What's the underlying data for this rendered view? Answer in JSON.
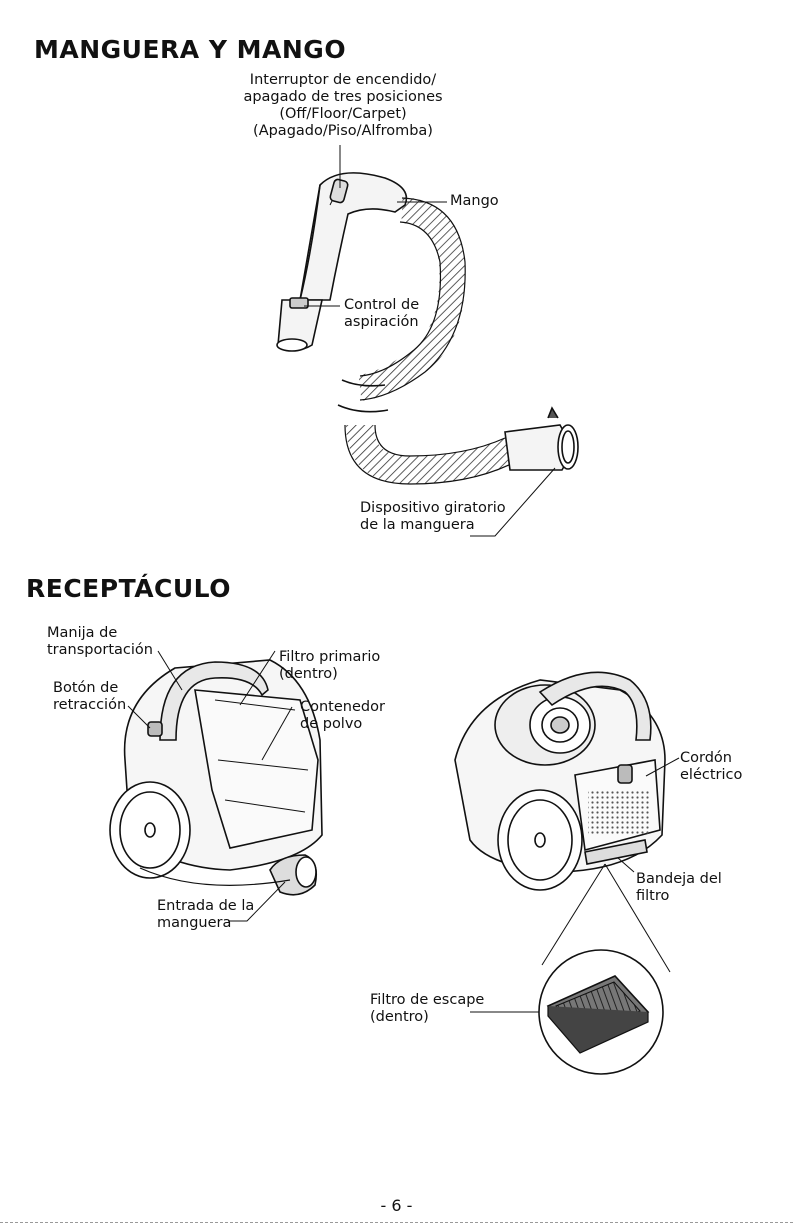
{
  "hose_section": {
    "title": "MANGUERA Y MANGO",
    "switch_label": "Interruptor de encendido/\napagado de tres posiciones\n(Off/Floor/Carpet)\n(Apagado/Piso/Alfromba)",
    "handle_label": "Mango",
    "suction_label": "Control de\naspiración",
    "swivel_label": "Dispositivo giratorio\nde la manguera"
  },
  "canister_section": {
    "title": "RECEPTÁCULO",
    "carry_handle_label": "Manija de\ntransportación",
    "rewind_button_label": "Botón de\nretracción",
    "primary_filter_label": "Filtro primario\n(dentro)",
    "dust_cup_label": "Contenedor\nde polvo",
    "hose_inlet_label": "Entrada de la\nmanguera",
    "cord_label": "Cordón\neléctrico",
    "filter_tray_label": "Bandeja del\nfiltro",
    "exhaust_filter_label": "Filtro de escape\n(dentro)"
  },
  "footer": {
    "page_number": "- 6 -"
  }
}
